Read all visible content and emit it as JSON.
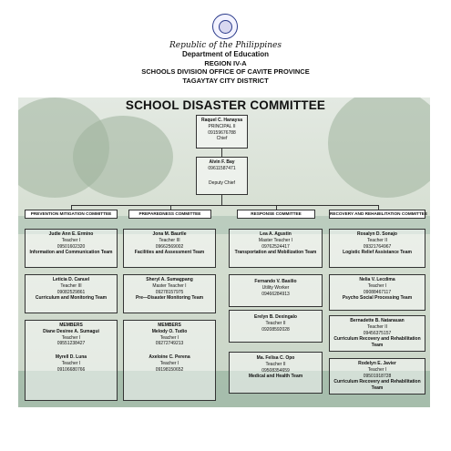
{
  "header": {
    "republic": "Republic of the Philippines",
    "department": "Department of Education",
    "region": "REGION IV-A",
    "division": "SCHOOLS DIVISION OFFICE OF CAVITE PROVINCE",
    "district": "TAGAYTAY CITY DISTRICT"
  },
  "title": "SCHOOL DISASTER COMMITTEE",
  "chief": {
    "name": "Raquel C. Hanaysa",
    "position": "PRINCIPAL II",
    "phone": "09159676788",
    "role": "Chief"
  },
  "deputy": {
    "name": "Alvin F. Bay",
    "phone": "09611587471",
    "role": "Deputy Chief"
  },
  "committees": [
    {
      "heading": "PREVENTION MITIGATION COMMITTEE",
      "members": [
        {
          "name": "Judie Ann E. Ermino",
          "position": "Teacher I",
          "phone": "09501602320",
          "team": "Information and Communication Team"
        },
        {
          "name": "Leticia D. Canuel",
          "position": "Teacher III",
          "phone": "09082529861",
          "team": "Curriculum  and  Monitoring Team"
        }
      ],
      "extra": {
        "label": "MEMBERS",
        "people": [
          {
            "name": "Diane Desiree A. Sumagui",
            "position": "Teacher I",
            "phone": "09551238427"
          },
          {
            "name": "Myrell D. Luna",
            "position": "Teacher I",
            "phone": "09106680766"
          }
        ]
      }
    },
    {
      "heading": "PREPAREDNESS COMMITTEE",
      "members": [
        {
          "name": "Jona M. Baurile",
          "position": "Teacher III",
          "phone": "09662569002",
          "team": "Facilities and Assessment  Team"
        },
        {
          "name": "Sheryl A. Sumagpang",
          "position": "Master Teacher I",
          "phone": "09278157975",
          "team": "Pre—Disaster Monitoring Team"
        }
      ],
      "extra": {
        "label": "MEMBERS",
        "people": [
          {
            "name": "Melody O. Tudio",
            "position": "Teacher I",
            "phone": "09272749213"
          },
          {
            "name": "Axeloine C. Perena",
            "position": "Teacher I",
            "phone": "09198150652"
          }
        ]
      }
    },
    {
      "heading": "RESPONSE COMMITTEE",
      "members": [
        {
          "name": "Lea A. Agustin",
          "position": "Master Teacher I",
          "phone": "09762524417",
          "team": "Transportation and Mobilization Team"
        },
        {
          "name": "Fernando V. Basilio",
          "position": "Utility Worker",
          "phone": "09466284913",
          "team": ""
        },
        {
          "name": "Erelyn B. Dexingalo",
          "position": "Teacher II",
          "phone": "09208592028",
          "team": ""
        },
        {
          "name": "Ma. Felisa C. Opo",
          "position": "Teacher II",
          "phone": "09508354659",
          "team": "Medical and Health Team"
        }
      ]
    },
    {
      "heading": "RECOVERY AND REHABILITATION COMMITTEE",
      "members": [
        {
          "name": "Rosalyn D. Sonajo",
          "position": "Teacher II",
          "phone": "09321764967",
          "team": "Logistic Relief Assistance Team"
        },
        {
          "name": "Nelia V. Lecdima",
          "position": "Teacher I",
          "phone": "09088467117",
          "team": "Psycho Social Processing Team"
        },
        {
          "name": "Bernadette B. Natanauan",
          "position": "Teacher II",
          "phone": "09456375157",
          "team": "Curriculum Recovery  and  Rehabilitation Team"
        },
        {
          "name": "Rodelyn E. Javier",
          "position": "Teacher I",
          "phone": "09501918728",
          "team": "Curriculum Recovery  and  Rehabilitation Team"
        }
      ]
    }
  ]
}
